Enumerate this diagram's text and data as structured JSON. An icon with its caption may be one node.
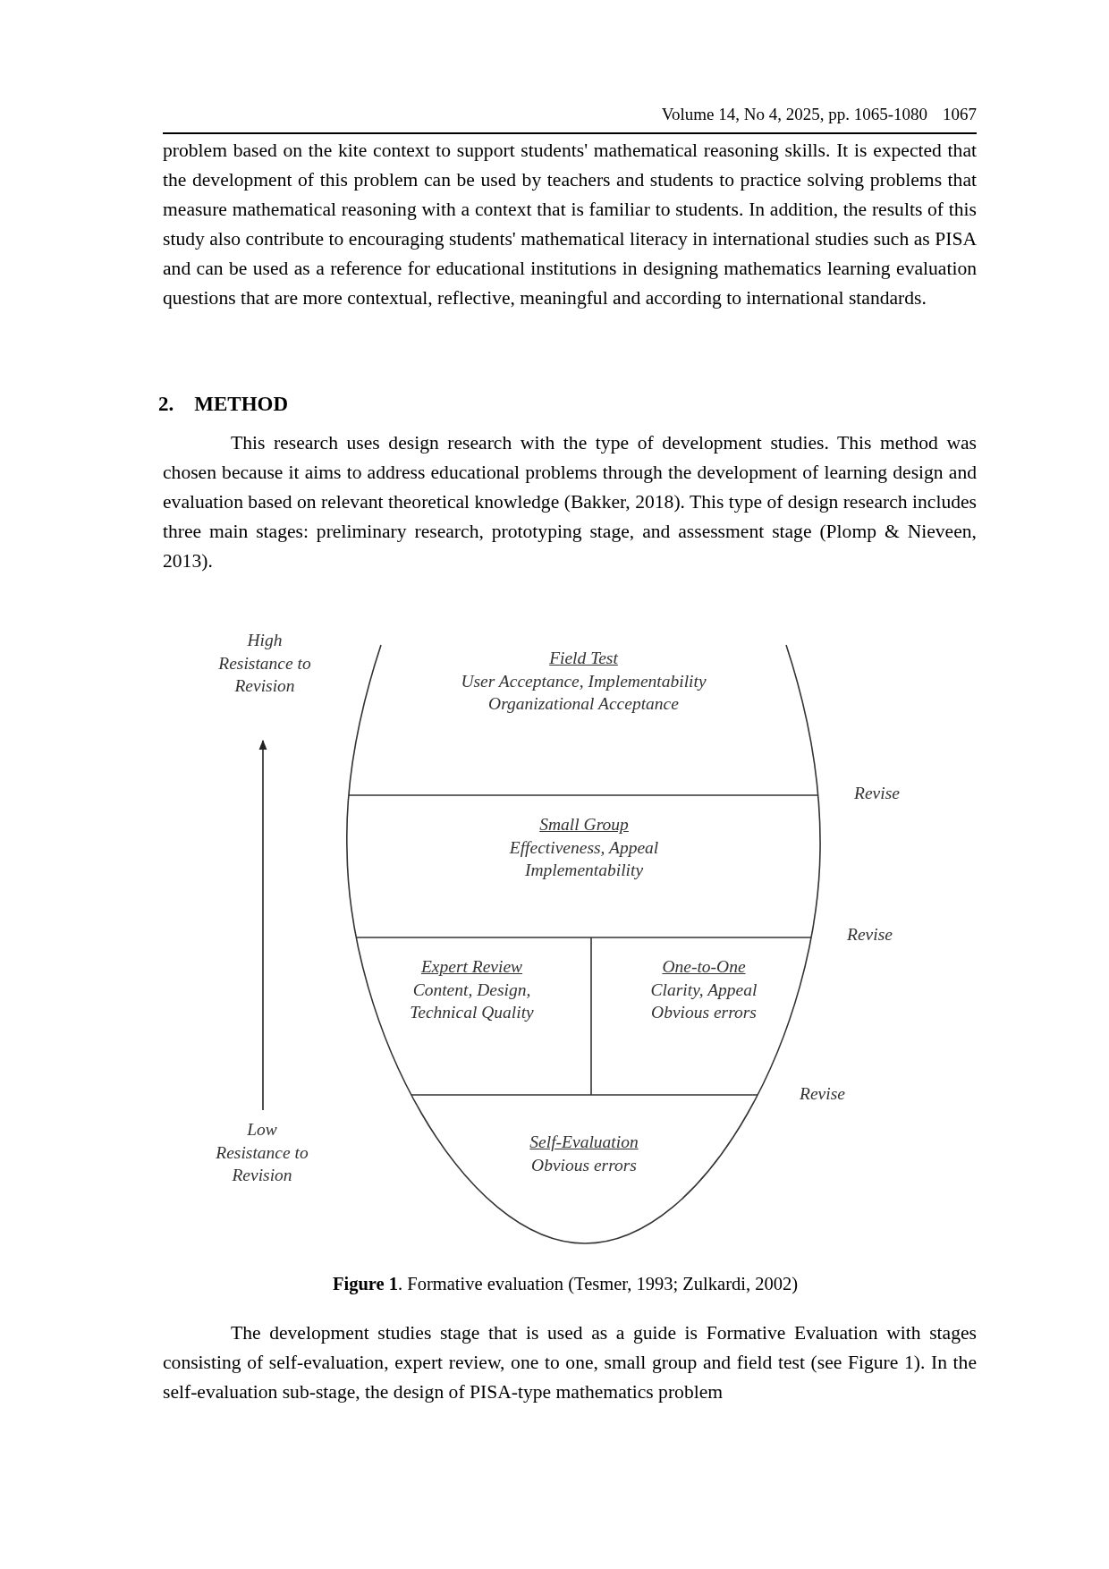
{
  "diagram": {
    "caption": "**Figure 1**. Formative evaluation (Tesmer, 1993; Zulkardi, 2002)",
    "nodes": [
      {
        "text": [
          "Field Test",
          "User Acceptance, Implementability Organizational Acceptance"
        ]
      },
      {
        "text": [
          "Small Group",
          "Effectiveness, Appeal Implementability"
        ]
      },
      {
        "text": [
          "Expert Review",
          "Content, Design, Technical Quality"
        ]
      },
      {
        "text": [
          "One-to-One",
          "Clarity, Appeal Obvious errors"
        ]
      },
      {
        "text": [
          "Self-Evaluation",
          "Obvious errors"
        ]
      }
    ],
    "labels": [
      "Volume 14, No 4, 2025, pp. 1065-1080",
      "1067",
      "problem based on the kite context to support students' mathematical reasoning skills. It is expected that the development of this problem can be used by teachers and students to practice solving problems that measure mathematical reasoning with a context that is familiar to students. In addition, the results of this study also contribute to encouraging students' mathematical literacy in international studies such as PISA and can be used as a reference for educational institutions in designing mathematics learning evaluation questions that are more contextual, reflective, meaningful and according to international standards.",
      "2. METHOD",
      "This research uses design research with the type of development studies. This method was chosen because it aims to address educational problems through the development of learning design and evaluation based on relevant theoretical knowledge (Bakker, 2018). This type of design research includes three main stages: preliminary research, prototyping stage, and assessment stage (Plomp & Nieveen, 2013).",
      "High Resistance to Revision",
      "Low Resistance to Revision",
      "Revise",
      "Revise",
      "Revise",
      "The development studies stage that is used as a guide is Formative Evaluation with stages consisting of self-evaluation, expert review, one to one, small group and field test (see Figure 1). In the self-evaluation sub-stage, the design of PISA-type mathematics problem"
    ]
  }
}
